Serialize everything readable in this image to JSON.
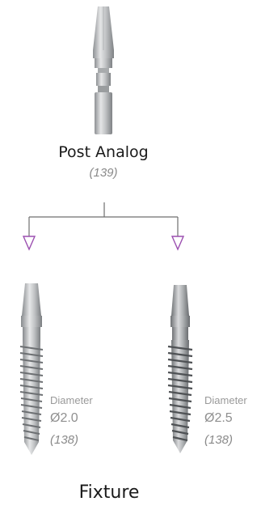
{
  "top": {
    "name": "Post Analog",
    "ref": "(139)"
  },
  "fixtures": [
    {
      "diameter_label": "Diameter",
      "diameter_value": "Ø2.0",
      "ref": "(138)"
    },
    {
      "diameter_label": "Diameter",
      "diameter_value": "Ø2.5",
      "ref": "(138)"
    }
  ],
  "footer": {
    "title": "Fixture"
  },
  "colors": {
    "connector_line": "#6f6f6f",
    "arrow": "#9b4fb0",
    "metal_light": "#d9dadb",
    "metal_dark": "#8d9093"
  }
}
